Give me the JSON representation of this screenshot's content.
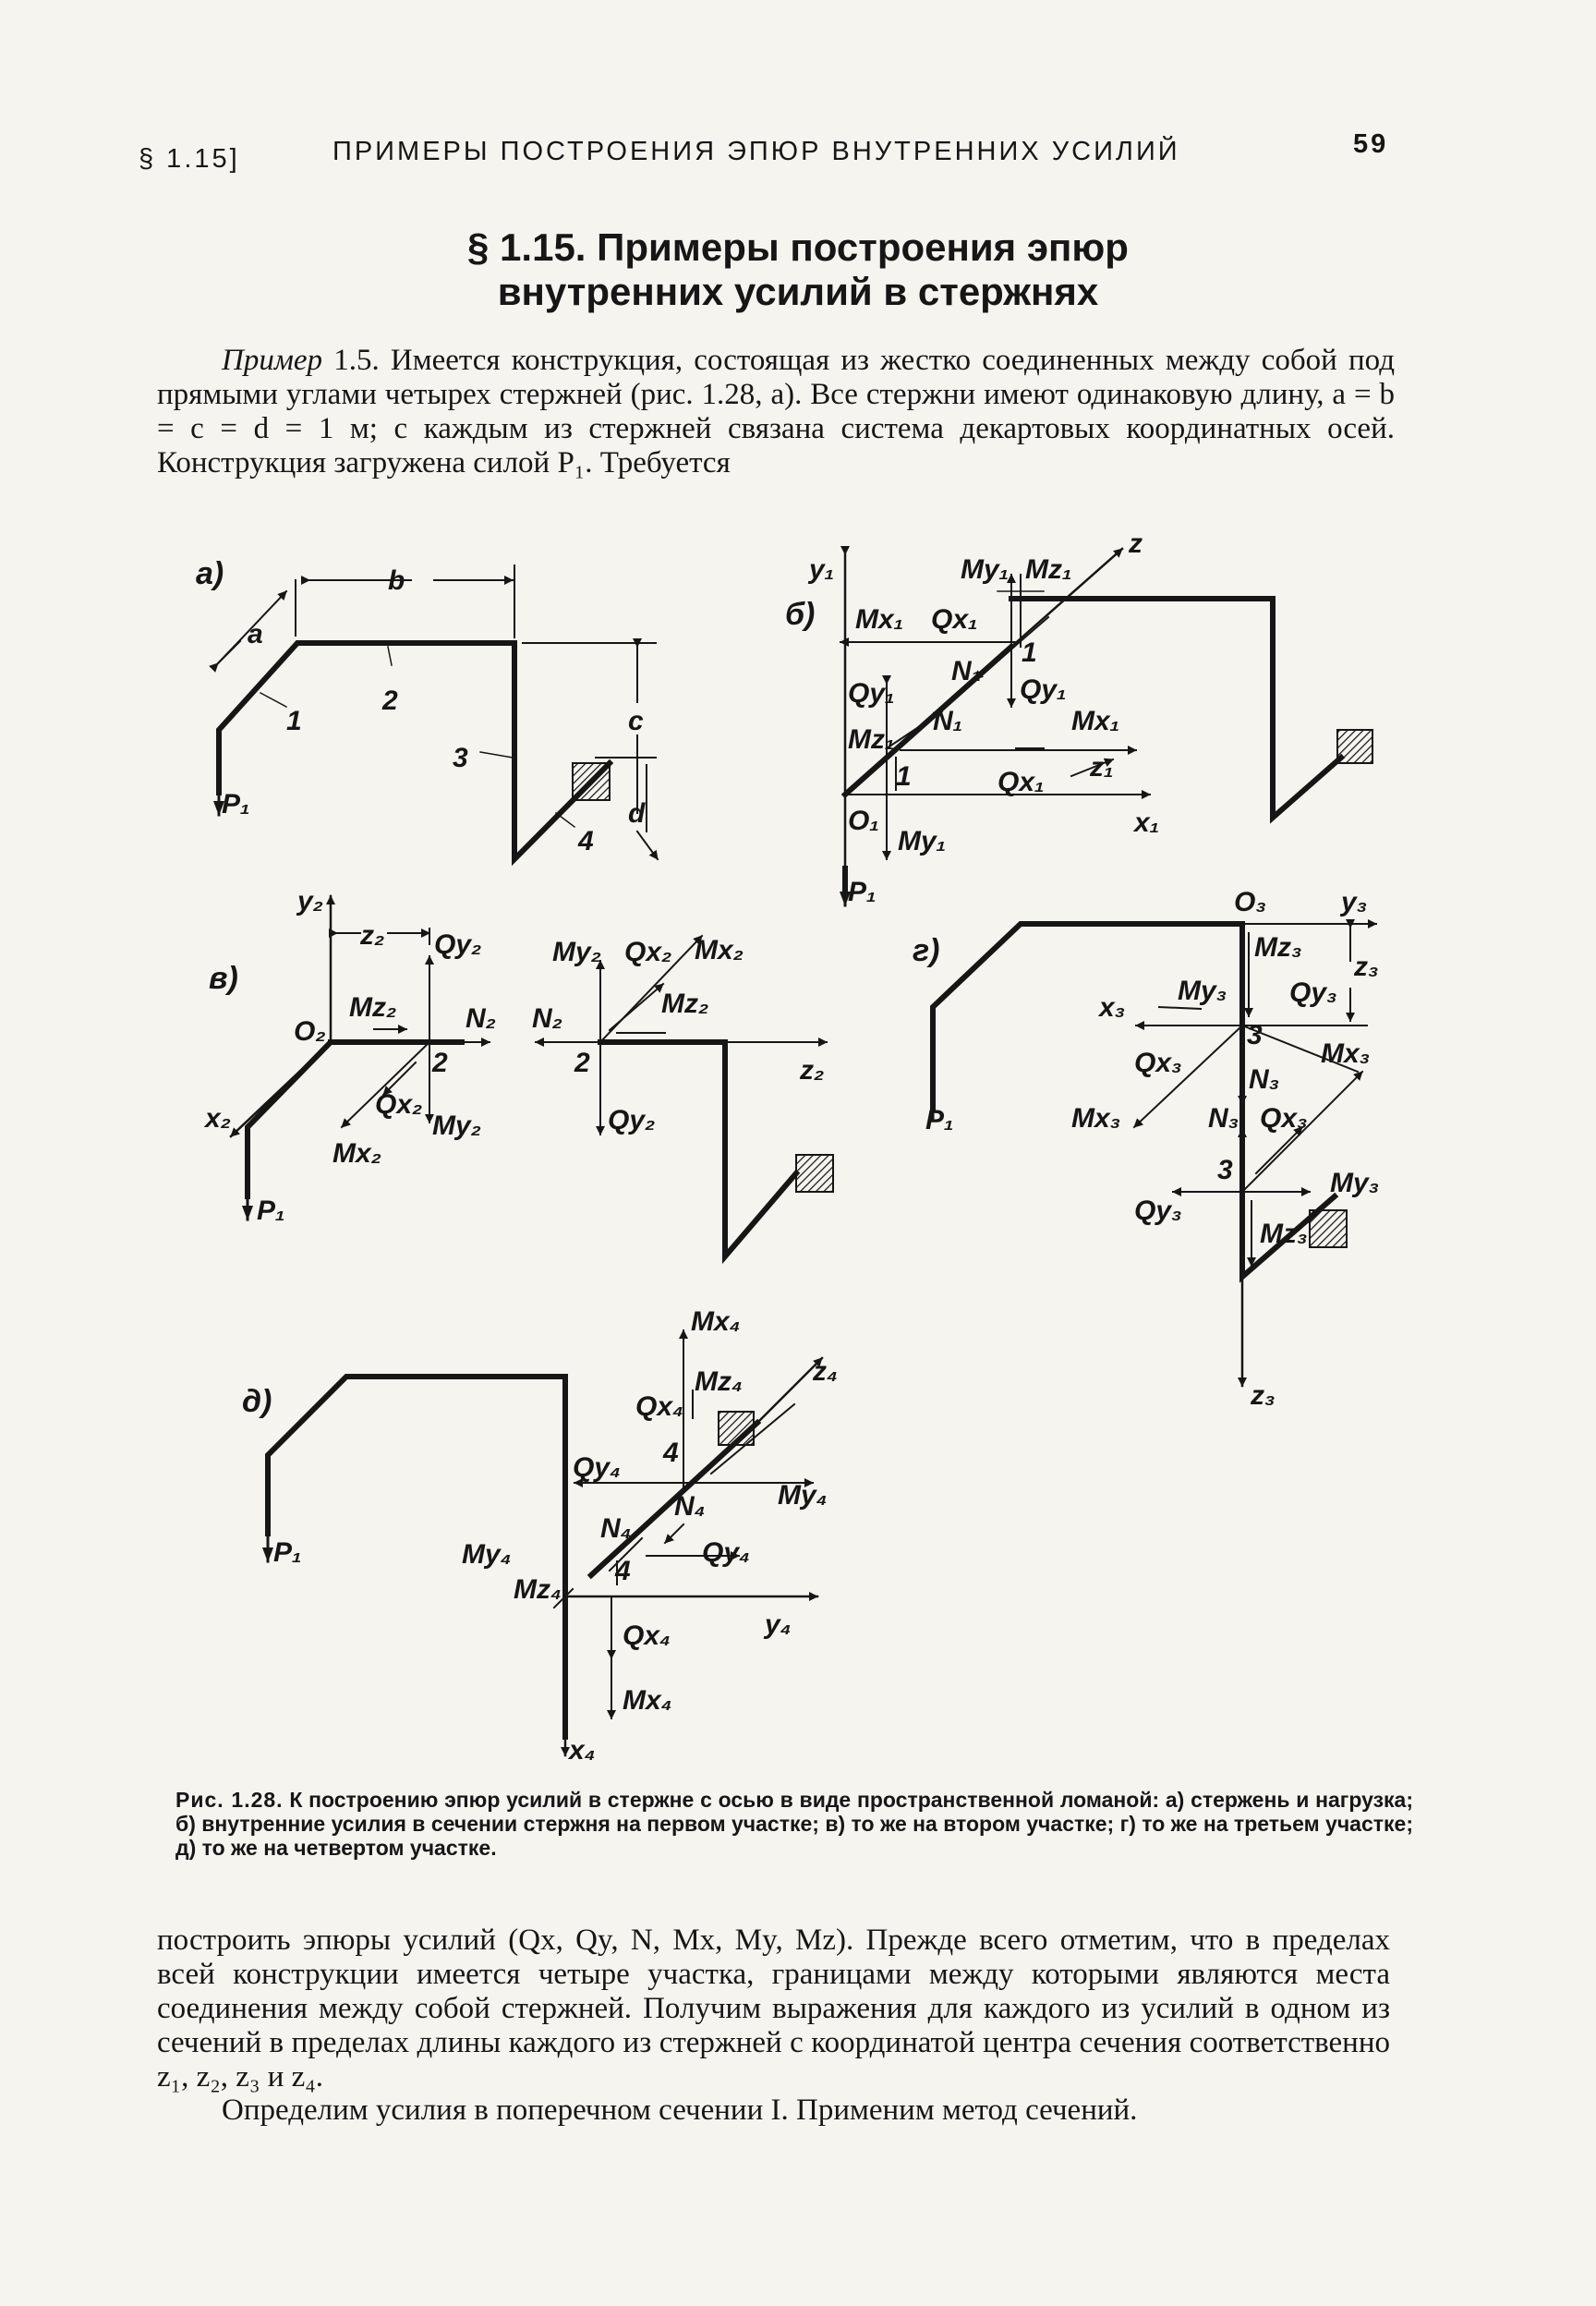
{
  "header": {
    "section_ref": "§ 1.15]",
    "running_title": "ПРИМЕРЫ ПОСТРОЕНИЯ ЭПЮР ВНУТРЕННИХ УСИЛИЙ",
    "page_number": "59"
  },
  "section": {
    "title_line1": "§ 1.15. Примеры построения эпюр",
    "title_line2": "внутренних усилий в стержнях"
  },
  "intro": {
    "lead": "Пример",
    "text": "1.5. Имеется конструкция, состоящая из жестко соединенных между собой под прямыми углами четырех стержней (рис. 1.28, а). Все стержни имеют одинаковую длину, a = b = c = d = 1 м; с каждым из стержней связана система декартовых координатных осей. Конструкция загружена силой P₁. Требуется"
  },
  "figure": {
    "panels": {
      "a": "а)",
      "b": "б)",
      "v": "в)",
      "g": "г)",
      "d": "д)"
    },
    "labels_a": {
      "a": "a",
      "b": "b",
      "c": "c",
      "d": "d",
      "n1": "1",
      "n2": "2",
      "n3": "3",
      "n4": "4",
      "P1": "P₁"
    },
    "labels_b": {
      "y1": "y₁",
      "z": "z",
      "My1": "My₁",
      "Mz1": "Mz₁",
      "Mx1": "Mx₁",
      "Qx1": "Qx₁",
      "Qy1": "Qy₁",
      "N1": "N₁",
      "sec": "1",
      "Mx1b": "Mx₁",
      "Qx1b": "Qx₁",
      "z1": "z₁",
      "x1": "x₁",
      "O1": "O₁",
      "Qy1b": "Qy₁",
      "Mz1b": "Mz₁",
      "N1b": "N₁",
      "sec2": "1",
      "My1b": "My₁",
      "P1": "P₁"
    },
    "labels_v": {
      "y2": "y₂",
      "z2": "z₂",
      "Qy2": "Qy₂",
      "Mz2": "Mz₂",
      "N2": "N₂",
      "O2": "O₂",
      "sec": "2",
      "x2": "x₂",
      "Qx2": "Qx₂",
      "Mx2": "Mx₂",
      "My2": "My₂",
      "P1": "P₁",
      "My2b": "My₂",
      "Qx2b": "Qx₂",
      "Mx2b": "Mx₂",
      "N2b": "N₂",
      "Mz2b": "Mz₂",
      "sec2": "2",
      "z2b": "z₂",
      "Qy2b": "Qy₂"
    },
    "labels_g": {
      "O3": "O₃",
      "y3": "y₃",
      "Mz3": "Mz₃",
      "z3": "z₃",
      "Qy3": "Qy₃",
      "My3": "My₃",
      "x3": "x₃",
      "sec": "3",
      "Qx3": "Qx₃",
      "N3": "N₃",
      "Mx3": "Mx₃",
      "Mx3b": "Mx₃",
      "N3b": "N₃",
      "Qx3b": "Qx₃",
      "sec2": "3",
      "My3b": "My₃",
      "Qy3b": "Qy₃",
      "Mz3b": "Mz₃",
      "z3b": "z₃",
      "P1": "P₁"
    },
    "labels_d": {
      "Mx4": "Mx₄",
      "z4": "z₄",
      "Mz4": "Mz₄",
      "Qx4": "Qx₄",
      "sec": "4",
      "Qy4": "Qy₄",
      "My4": "My₄",
      "N4": "N₄",
      "N4b": "N₄",
      "My4b": "My₄",
      "Qy4b": "Qy₄",
      "Mz4b": "Mz₄",
      "sec2": "4",
      "y4": "y₄",
      "Qx4b": "Qx₄",
      "Mx4b": "Mx₄",
      "x4": "x₄",
      "P1": "P₁"
    }
  },
  "caption": {
    "number": "Рис. 1.28.",
    "text": "К построению эпюр усилий в стержне с осью в виде пространственной ломаной: а) стержень и нагрузка; б) внутренние усилия в сечении стержня на первом участке; в) то же на втором участке; г) то же на третьем участке; д) то же на четвертом участке."
  },
  "body": {
    "paragraph1": "построить эпюры усилий (Qx, Qy, N, Mx, My, Mz). Прежде всего отметим, что в пределах всей конструкции имеется четыре участка, границами между которыми являются места соединения между собой стержней. Получим выражения для каждого из усилий в одном из сечений в пределах длины каждого из стержней с координатой центра сечения соответственно z₁, z₂, z₃ и z₄.",
    "paragraph2": "Определим усилия в поперечном сечении I. Применим метод сечений."
  }
}
